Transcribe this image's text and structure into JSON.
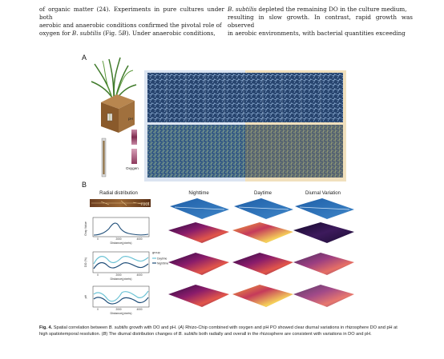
{
  "body_text": {
    "left": [
      {
        "t": "of organic matter (24). Experiments in pure cultures under both"
      },
      {
        "t": "aerobic and anaerobic conditions confirmed the pivotal role of"
      },
      {
        "t": "oxygen for ",
        "i": "B. subtilis",
        "t2": " (Fig. 5",
        "i2": "B",
        "t3": "). Under anaerobic conditions,"
      }
    ],
    "right": [
      {
        "i": "B. subtilis",
        "t": " depleted the remaining DO in the culture medium,"
      },
      {
        "t": "resulting in slow growth. In contrast, rapid growth was observed"
      },
      {
        "t": "in aerobic environments, with bacterial quantities exceeding"
      }
    ]
  },
  "figure": {
    "panel_a": {
      "letter": "A",
      "label_ph": "pH",
      "label_oxygen": "Oxygen"
    },
    "panel_b": {
      "letter": "B",
      "radial_title": "Radial distribution",
      "root_label": "root",
      "col_titles": [
        "Nighttime",
        "Daytime",
        "Diurnal Variation"
      ],
      "plots": [
        {
          "ylabel": "Gray Value",
          "xlabel": "Distance(pixels)",
          "ticks": [
            "0",
            "2000",
            "4000"
          ]
        },
        {
          "ylabel": "DO (%)",
          "xlabel": "Distance(pixels)",
          "ticks": [
            "0",
            "2000",
            "4000"
          ]
        },
        {
          "ylabel": "pH",
          "xlabel": "Distance(pixels)",
          "ticks": [
            "0",
            "2000",
            "4000"
          ]
        }
      ],
      "legend": {
        "title": "group",
        "items": [
          {
            "label": "Daytime",
            "color": "#6cc3d5"
          },
          {
            "label": "Nighttime",
            "color": "#1f4e79"
          }
        ]
      }
    }
  },
  "caption": {
    "segments": [
      {
        "b": "Fig. 4.",
        "t": " Spatial correlation between "
      },
      {
        "i": "B. subtilis"
      },
      {
        "t": " growth with DO and pH. ("
      },
      {
        "i": "A"
      },
      {
        "t": ") Rhizo-Chip combined with oxygen and pH PO showed clear diurnal variations in rhizosphere DO and pH at high spatiotemporal resolution. ("
      },
      {
        "i": "B"
      },
      {
        "t": ") The diurnal distribution changes of "
      },
      {
        "i": "B. subtilis"
      },
      {
        "t": " both radially and overall in the rhizosphere are consistent with variations in DO and pH."
      }
    ]
  }
}
